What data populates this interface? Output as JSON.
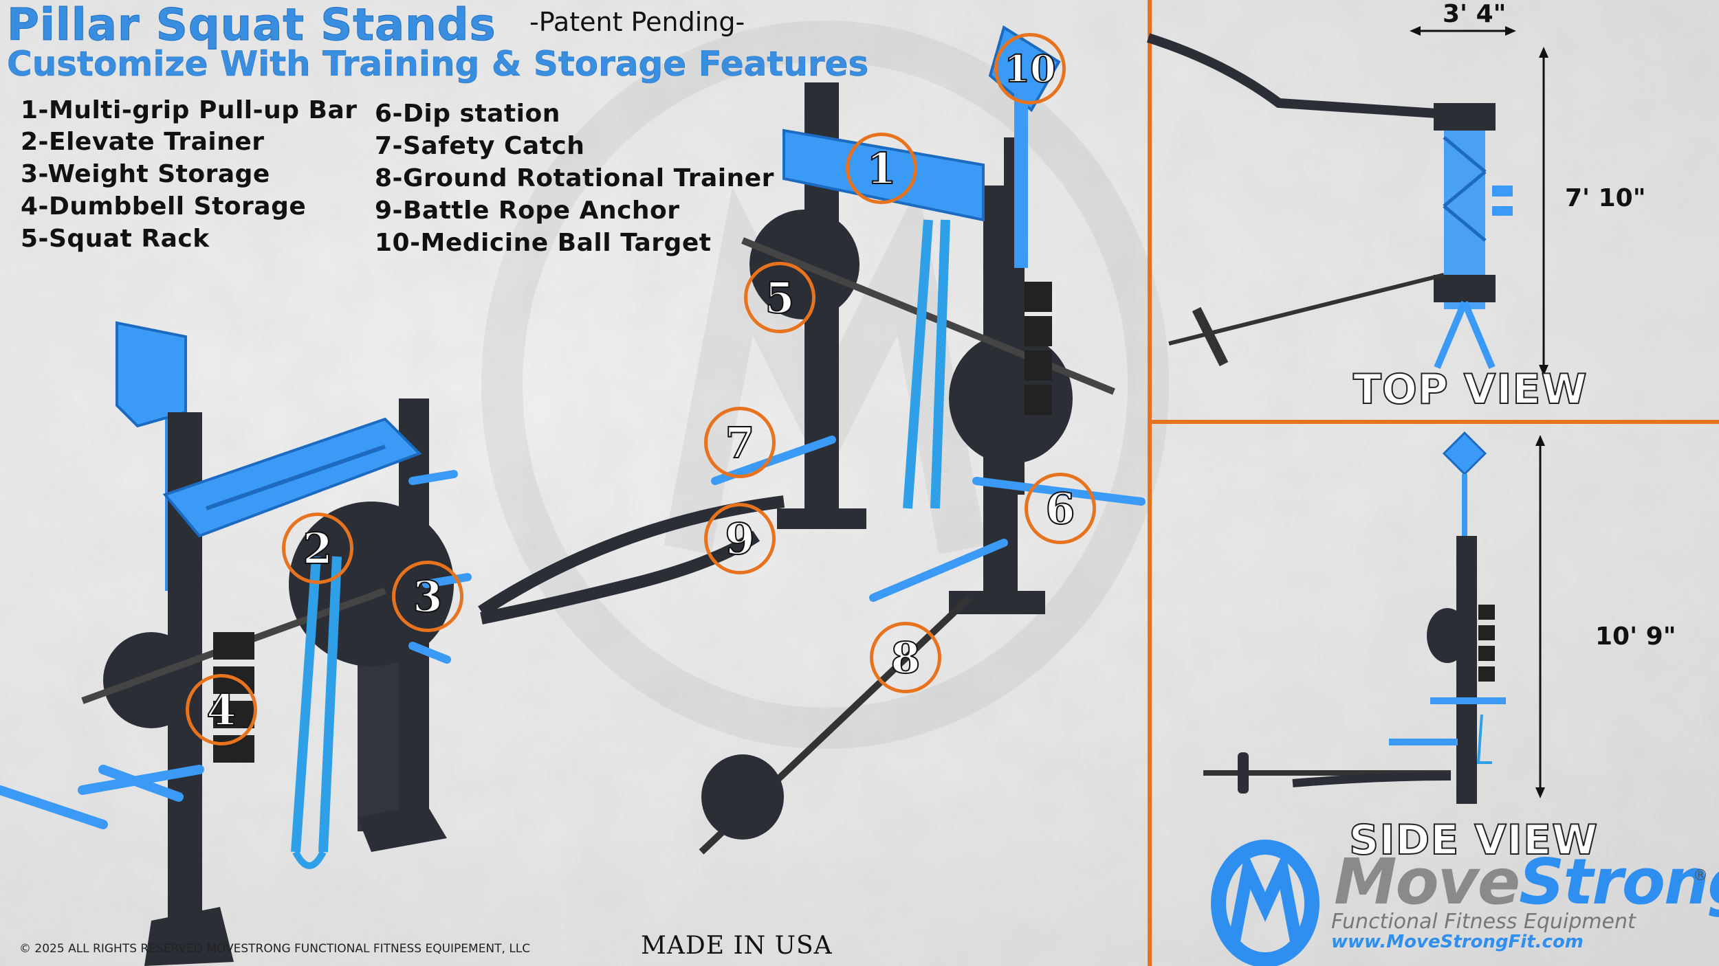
{
  "header": {
    "title": "Pillar Squat Stands",
    "subtitle": "Customize With Training & Storage Features",
    "patent": "-Patent Pending-"
  },
  "features_left": [
    "1-Multi-grip Pull-up Bar",
    "2-Elevate Trainer",
    "3-Weight Storage",
    "4-Dumbbell Storage",
    "5-Squat Rack"
  ],
  "features_right": [
    "6-Dip station",
    "7-Safety Catch",
    "8-Ground Rotational Trainer",
    "9-Battle Rope Anchor",
    "10-Medicine Ball Target"
  ],
  "callouts": [
    "1",
    "2",
    "3",
    "4",
    "5",
    "6",
    "7",
    "8",
    "9",
    "10"
  ],
  "top_view": {
    "label": "TOP  VIEW",
    "width": "3' 4\"",
    "depth": "7' 10\""
  },
  "side_view": {
    "label": "SIDE VIEW",
    "height": "10' 9\""
  },
  "footer": {
    "copyright": "© 2025 ALL RIGHTS RESERVED  MOVESTRONG FUNCTIONAL FITNESS EQUIPEMENT, LLC",
    "made_in": "MADE IN USA"
  },
  "logo": {
    "brand_part1": "Move",
    "brand_part2": "Strong",
    "tagline": "Functional Fitness Equipment",
    "url": "www.MoveStrongFit.com"
  },
  "colors": {
    "accent_blue": "#3a8ee0",
    "callout_orange": "#e8731e",
    "divider_orange": "#e8731e",
    "frame_black": "#2b2e35"
  }
}
